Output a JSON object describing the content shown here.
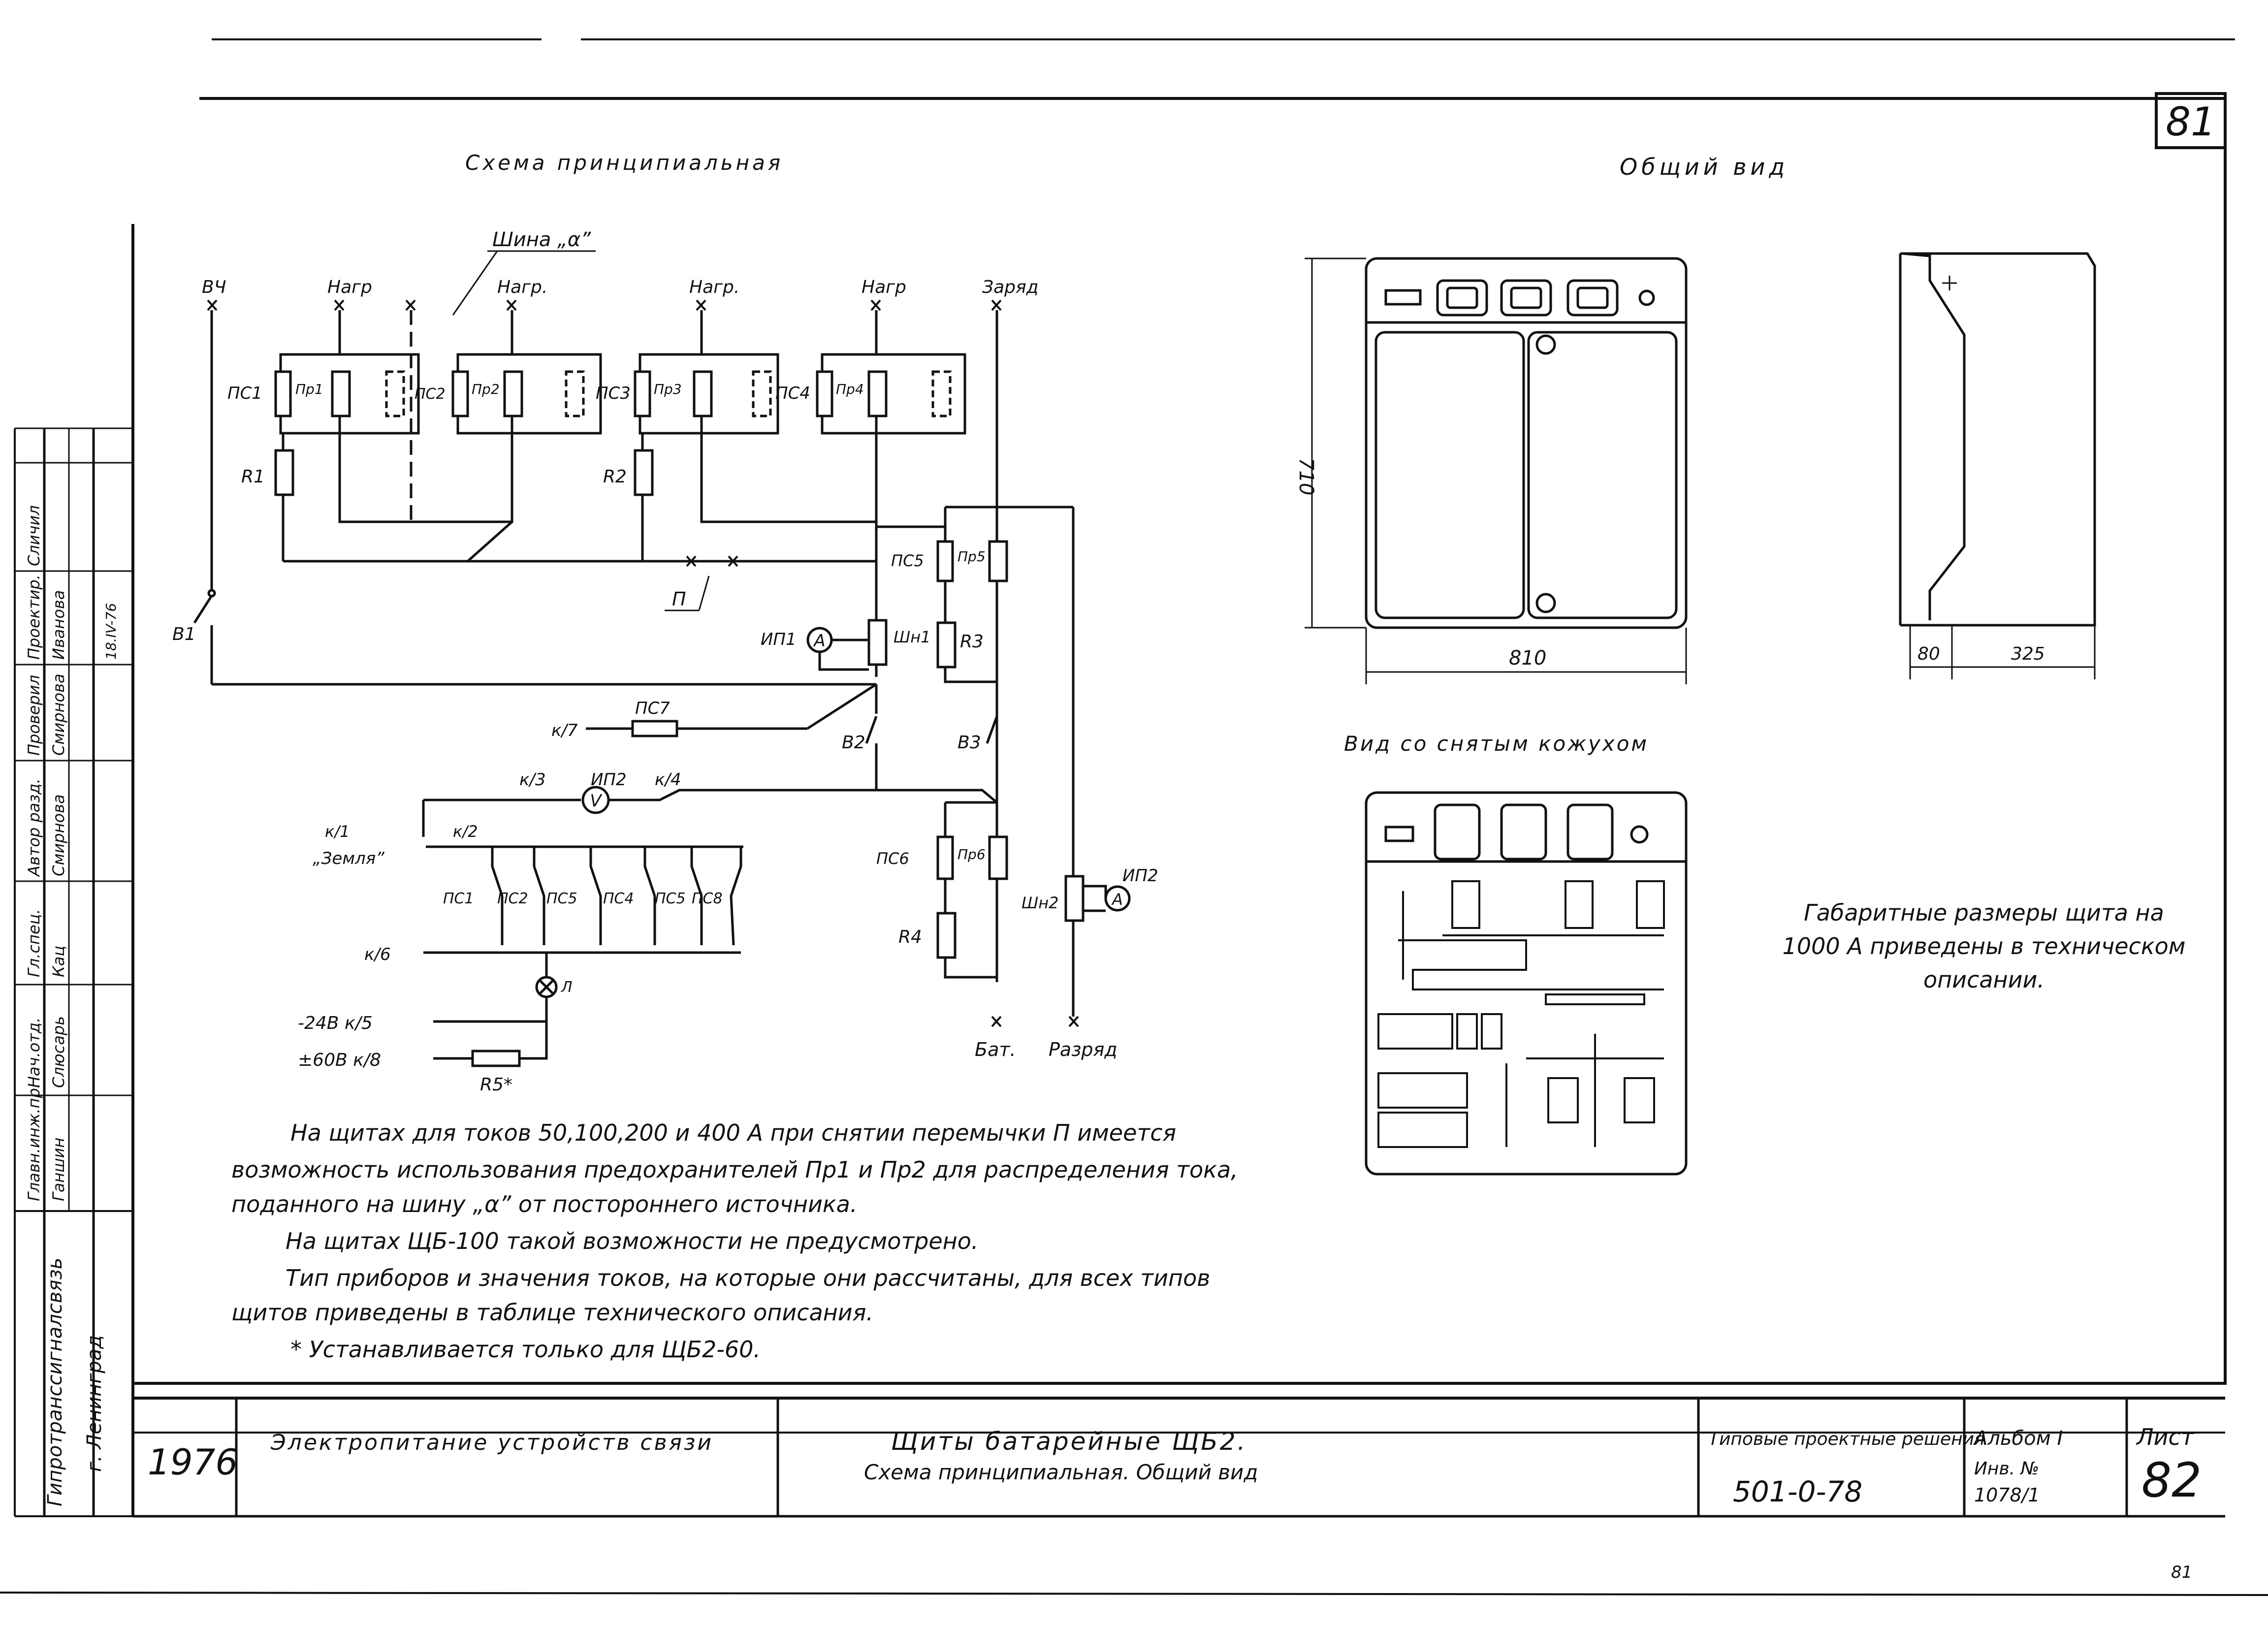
{
  "sheet_corner_number": "81",
  "bottom_right_mark": "81",
  "schematic": {
    "title": "Схема принципиальная",
    "bus_label": "Шина „α”",
    "top_terminals": [
      "ВЧ",
      "Нагр",
      "Нагр.",
      "Нагр.",
      "Нагр",
      "Заряд"
    ],
    "components": {
      "ps1": "ПС1",
      "pr1": "Пр1",
      "ps2": "ПС2",
      "pr2": "Пр2",
      "ps3": "ПС3",
      "pr3": "Пр3",
      "ps4": "ПС4",
      "pr4": "Пр4",
      "ps5": "ПС5",
      "pr5": "Пр5",
      "ps6": "ПС6",
      "pr6": "Пр6",
      "ps7": "ПС7",
      "r1": "R1",
      "r2": "R2",
      "r3": "R3",
      "r4": "R4",
      "r5": "R5*",
      "jumper": "П",
      "b1": "В1",
      "b2": "В2",
      "b3": "В3",
      "ip1": "ИП1",
      "ip2_mid": "ИП2",
      "ip2_right": "ИП2",
      "shn1": "Шн1",
      "shn2": "Шн2",
      "ammeter": "A",
      "voltmeter": "V",
      "lamp": "Л"
    },
    "terminals": {
      "k7": "к/7",
      "k3": "к/3",
      "k4": "к/4",
      "k1": "к/1",
      "k2": "к/2",
      "k6": "к/6",
      "k5": "-24В к/5",
      "k8": "±60В к/8",
      "ground": "„Земля”"
    },
    "relay_labels": [
      "ПС1",
      "ПС2",
      "ПС5",
      "ПС4",
      "ПС5",
      "ПС8"
    ],
    "bottom_terminals": [
      "Бат.",
      "Разряд"
    ]
  },
  "general_view": {
    "title": "Общий вид",
    "dim_height": "710",
    "dim_width": "810",
    "dim_side_a": "80",
    "dim_side_b": "325",
    "uncovered_title": "Вид со снятым кожухом",
    "gabarit_note": "Габаритные размеры щита на 1000 А приведены в техническом описании."
  },
  "notes": [
    "На щитах для токов 50,100,200 и 400 А при снятии перемычки П имеется",
    "возможность использования предохранителей Пр1 и Пр2 для распределения тока,",
    "поданного на шину „α” от постороннего источника.",
    "На щитах ЩБ-100 такой возможности не предусмотрено.",
    "Тип приборов и значения токов, на которые они рассчитаны, для всех типов",
    "щитов приведены в таблице технического описания.",
    "* Устанавливается только для ЩБ2-60."
  ],
  "signoff": {
    "rows": [
      {
        "role": "Главн.инж.пр.",
        "name": "Ганшин"
      },
      {
        "role": "Нач.отд.",
        "name": "Слюсарь"
      },
      {
        "role": "Гл.спец.",
        "name": "Кац"
      },
      {
        "role": "Автор разд.",
        "name": "Смирнова"
      },
      {
        "role": "Проверил",
        "name": "Смирнова"
      },
      {
        "role": "Проектир.",
        "name": "Иванова"
      },
      {
        "role": "Сличил",
        "name": ""
      }
    ],
    "date": "18.IV-76",
    "organization": "Гипротранссигналсвязь",
    "city": "г. Ленинград"
  },
  "title_block": {
    "year": "1976",
    "section": "Электропитание устройств связи",
    "drawing_title": "Щиты батарейные ЩБ2.",
    "drawing_subtitle": "Схема принципиальная. Общий вид",
    "series_label": "Типовые проектные решения",
    "series_number": "501-0-78",
    "album_label": "Альбом I",
    "inv_label": "Инв. №",
    "inv_number": "1078/1",
    "sheet_label": "Лист",
    "sheet_number": "82"
  }
}
